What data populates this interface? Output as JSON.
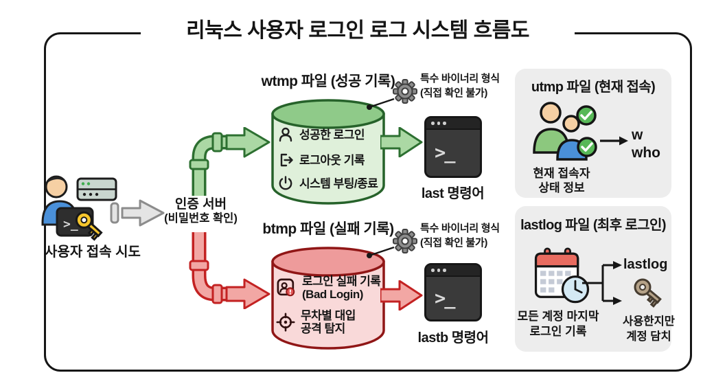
{
  "title": "리눅스 사용자 로그인 로그 시스템 흐름도",
  "colors": {
    "green_accent": "#2d7031",
    "green_fill": "#abd8a4",
    "green_cyl_body": "#dff0da",
    "green_cyl_top": "#8fca89",
    "red_accent": "#c32222",
    "red_dark": "#901616",
    "red_cyl_body": "#f9d9d9",
    "red_cyl_top": "#ee9b9b",
    "panel_bg": "#ededed",
    "terminal_bg": "#3a3a3a",
    "gold_key": "#f6c62c",
    "gray_arrow": "#e4e4e4"
  },
  "icons": {
    "left_cluster": [
      "user-avatar-icon",
      "server-icon",
      "terminal-icon",
      "key-icon"
    ],
    "wtmp_items": [
      "user-icon",
      "logout-icon",
      "power-icon"
    ],
    "btmp_items": [
      "bad-login-icon",
      "target-icon"
    ],
    "binary_note": "gear-icon",
    "utmp": [
      "users-group-icon",
      "check-icon"
    ],
    "lastlog": [
      "calendar-clock-icon",
      "key-icon"
    ]
  },
  "user_section": {
    "label": "사용자 접속 시도"
  },
  "auth_server": {
    "line1": "인증 서버",
    "line2": "(비밀번호 확인)"
  },
  "wtmp": {
    "title": "wtmp 파일 (성공 기록)",
    "note_line1": "특수 바이너리 형식",
    "note_line2": "(직접 확인 불가)",
    "items": [
      {
        "label": "성공한 로그인"
      },
      {
        "label": "로그아웃 기록"
      },
      {
        "label": "시스템 부팅/종료"
      }
    ],
    "terminal_prompt": ">_",
    "command_label": "last 명령어"
  },
  "btmp": {
    "title": "btmp 파일 (실패 기록)",
    "note_line1": "특수 바이너리 형식",
    "note_line2": "(직접 확인 불가)",
    "items": [
      {
        "line1": "로그인 실패 기록",
        "line2": "(Bad Login)"
      },
      {
        "line1": "무차별 대입",
        "line2": "공격 탐지"
      }
    ],
    "terminal_prompt": ">_",
    "command_label": "lastb 명령어"
  },
  "utmp_panel": {
    "title": "utmp 파일 (현재 접속)",
    "caption_line1": "현재 접속자",
    "caption_line2": "상태 정보",
    "commands": [
      "w",
      "who"
    ]
  },
  "lastlog_panel": {
    "title": "lastlog 파일 (최후 로그인)",
    "caption_line1": "모든 계정 마지막",
    "caption_line2": "로그인 기록",
    "command": "lastlog",
    "key_caption_line1": "사용한지만",
    "key_caption_line2": "계정 담치"
  }
}
